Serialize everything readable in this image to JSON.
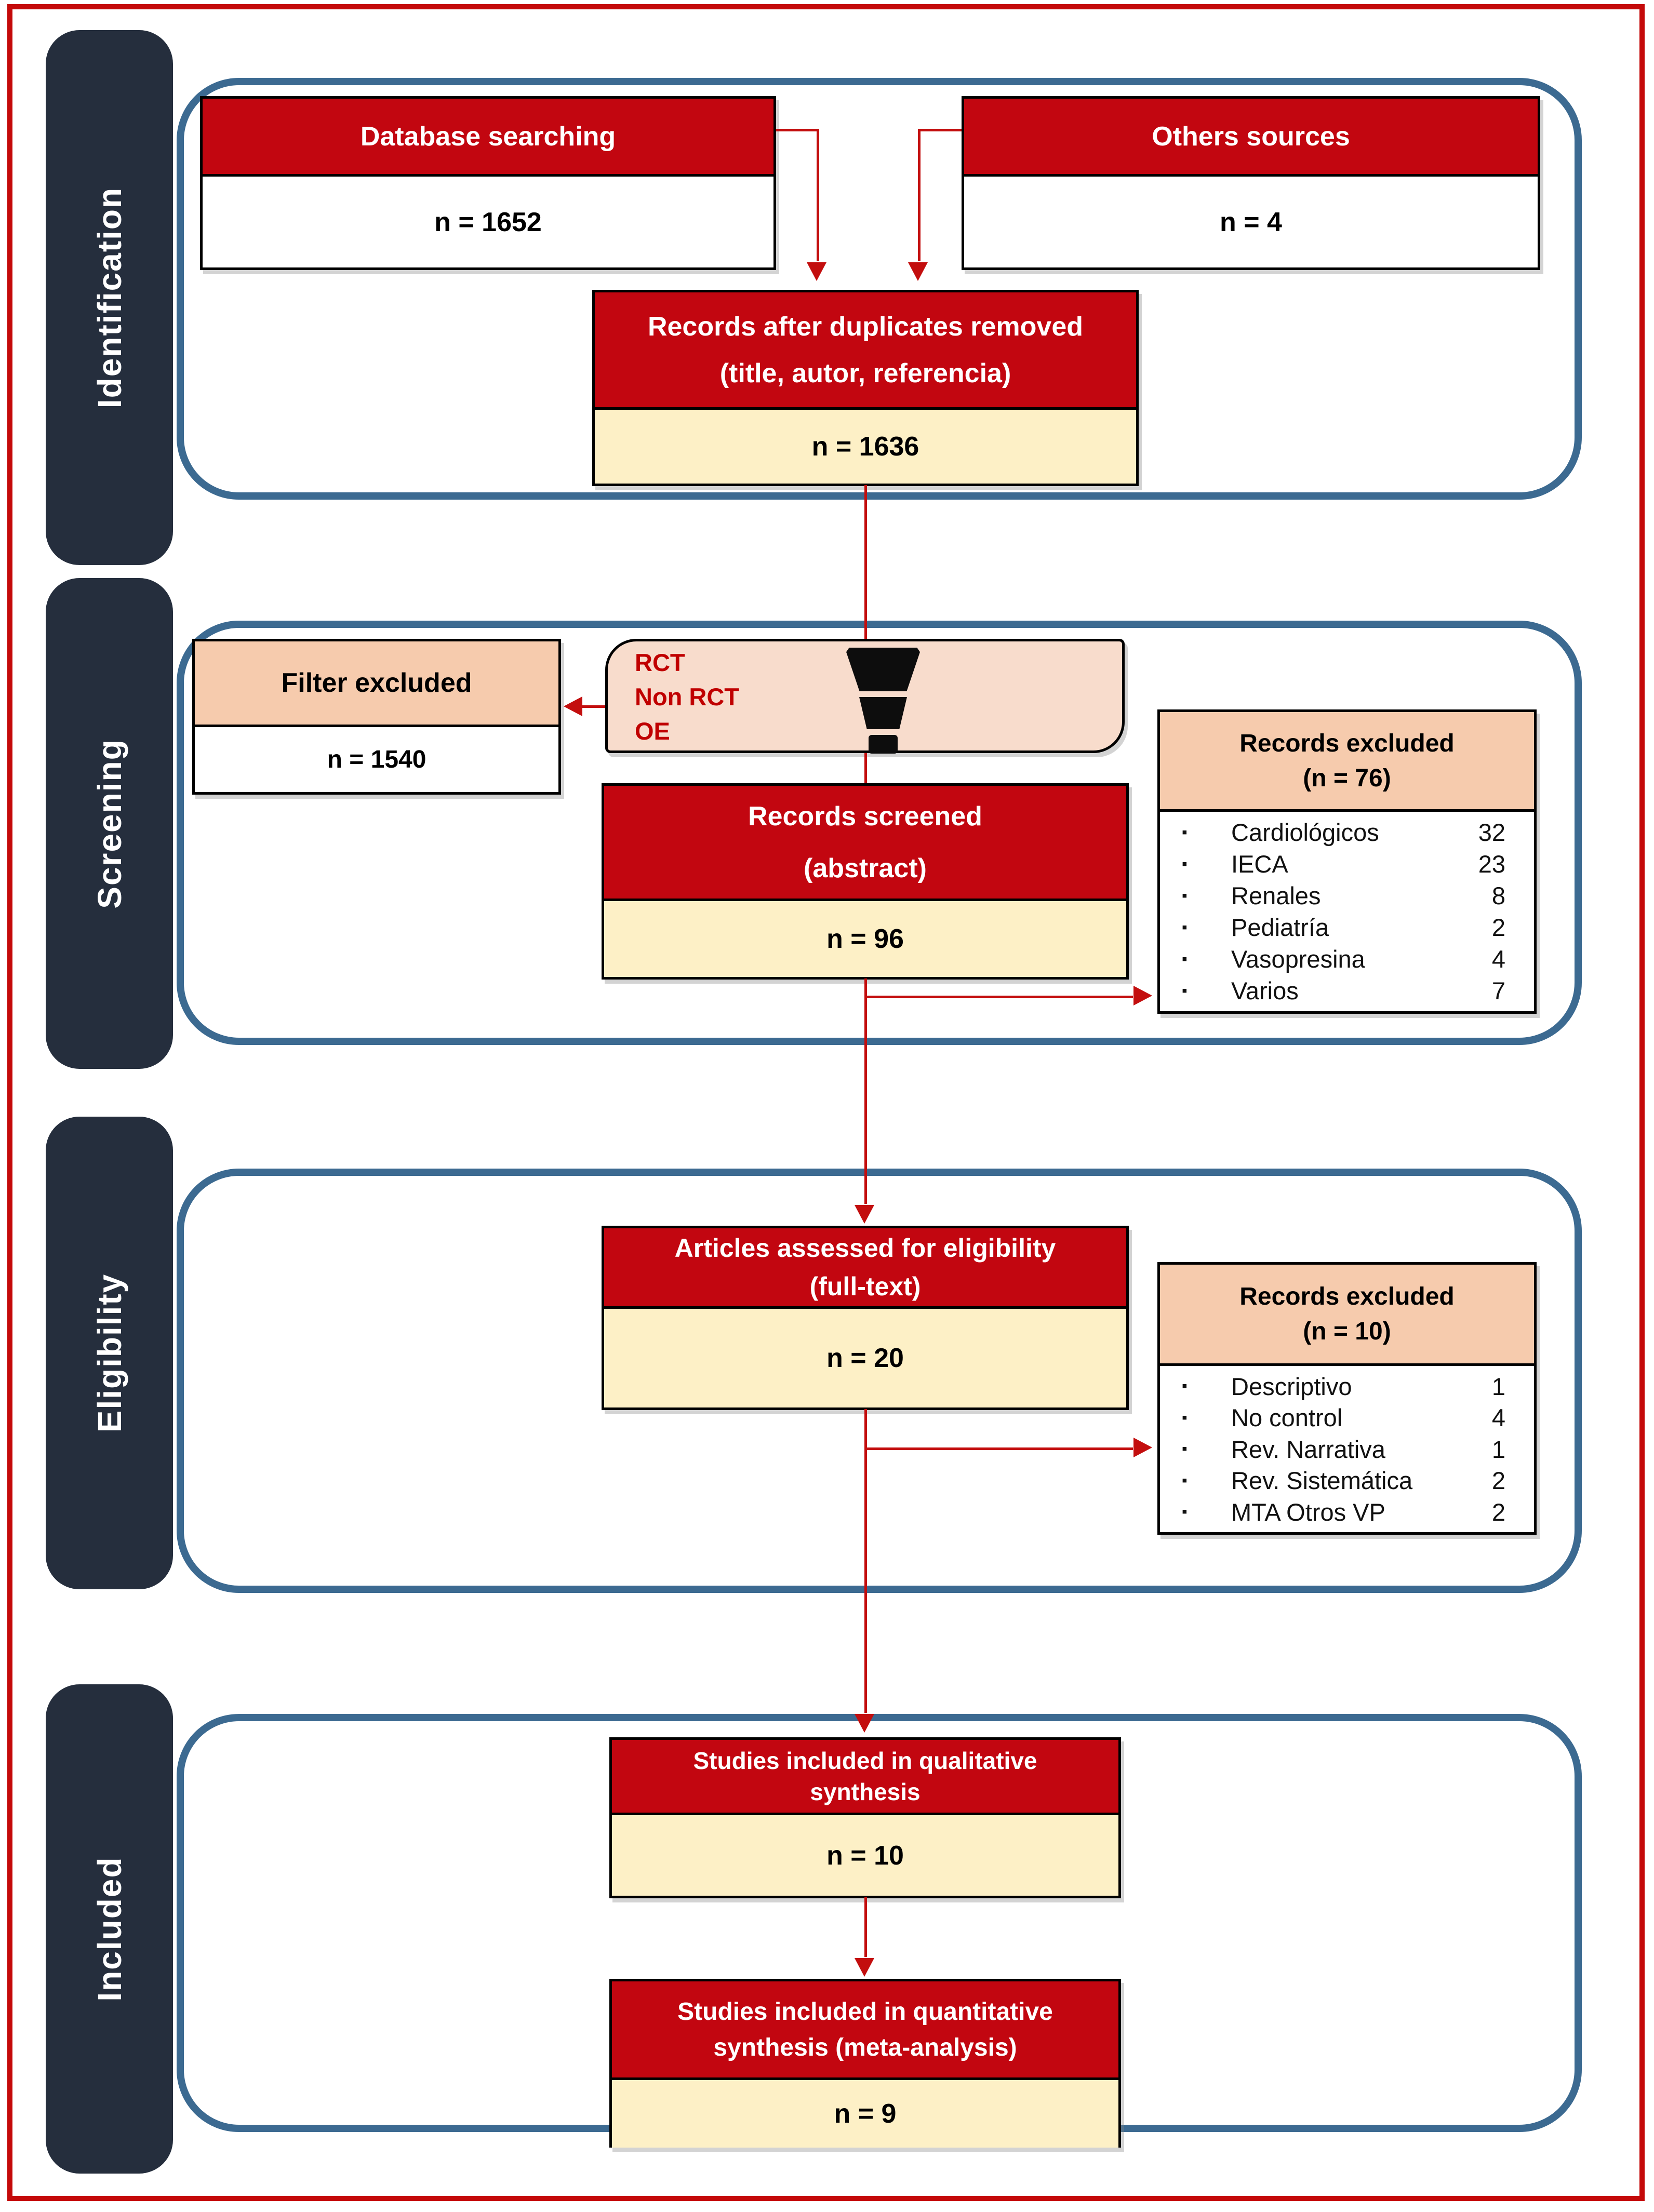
{
  "colors": {
    "header_red": "#C20610",
    "body_cream": "#FDF0C6",
    "excluded_peach": "#F6CBAD",
    "filter_pink": "#F8DCCC",
    "stage_navy": "#252E3D",
    "panel_blue": "#3C6A91",
    "connector_red": "#C30E0E",
    "frame_red": "#C40A0A"
  },
  "icons": {
    "filter_icon": "funnel",
    "bullet_icon": "small-black-square"
  },
  "stages": {
    "identification": "Identification",
    "screening": "Screening",
    "eligibility": "Eligibility",
    "included": "Included"
  },
  "identification": {
    "database": {
      "title": "Database searching",
      "value": "n = 1652"
    },
    "others": {
      "title": "Others sources",
      "value": "n = 4"
    },
    "duplicates": {
      "title_line1": "Records after duplicates removed",
      "title_line2": "(title, autor, referencia)",
      "value": "n = 1636"
    }
  },
  "screening": {
    "filter_excluded": {
      "title": "Filter excluded",
      "value": "n = 1540"
    },
    "filter_box": {
      "line1": "RCT",
      "line2": "Non RCT",
      "line3": "OE"
    },
    "records_screened": {
      "title_line1": "Records screened",
      "title_line2": "(abstract)",
      "value": "n = 96"
    },
    "excluded": {
      "title_line1": "Records excluded",
      "title_line2": "(n = 76)",
      "items": [
        {
          "label": "Cardiológicos",
          "count": "32"
        },
        {
          "label": "IECA",
          "count": "23"
        },
        {
          "label": "Renales",
          "count": "8"
        },
        {
          "label": "Pediatría",
          "count": "2"
        },
        {
          "label": "Vasopresina",
          "count": "4"
        },
        {
          "label": "Varios",
          "count": "7"
        }
      ]
    }
  },
  "eligibility": {
    "articles_assessed": {
      "title_line1": "Articles assessed for eligibility",
      "title_line2": "(full-text)",
      "value": "n = 20"
    },
    "excluded": {
      "title_line1": "Records excluded",
      "title_line2": "(n = 10)",
      "items": [
        {
          "label": "Descriptivo",
          "count": "1"
        },
        {
          "label": "No control",
          "count": "4"
        },
        {
          "label": "Rev. Narrativa",
          "count": "1"
        },
        {
          "label": "Rev. Sistemática",
          "count": "2"
        },
        {
          "label": "MTA Otros VP",
          "count": "2"
        }
      ]
    }
  },
  "included": {
    "qualitative": {
      "title_line1": "Studies included in qualitative",
      "title_line2": "synthesis",
      "value": "n = 10"
    },
    "quantitative": {
      "title_line1": "Studies included in quantitative",
      "title_line2": "synthesis (meta-analysis)",
      "value": "n = 9"
    }
  }
}
